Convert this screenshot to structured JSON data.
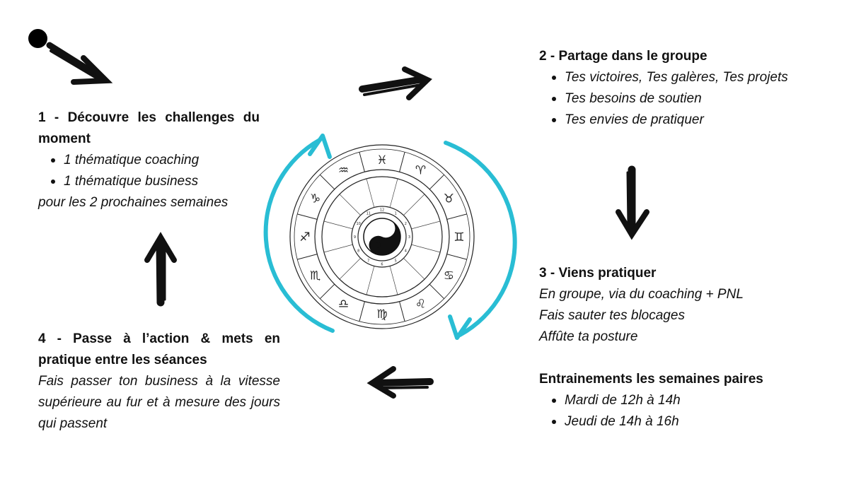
{
  "step1": {
    "title": "1 - Découvre les challenges du moment",
    "bullets": [
      "1 thématique coaching",
      "1 thématique business"
    ],
    "footer": "pour les 2 prochaines semaines"
  },
  "step2": {
    "title": "2 - Partage dans le groupe",
    "bullets": [
      "Tes victoires, Tes galères, Tes projets",
      "Tes besoins de soutien",
      "Tes envies de pratiquer"
    ]
  },
  "step3": {
    "title": "3 - Viens pratiquer",
    "lines": [
      "En groupe, via du coaching + PNL",
      "Fais sauter tes blocages",
      "Affûte ta posture"
    ],
    "training_title": "Entrainements les semaines paires",
    "training_bullets": [
      "Mardi de 12h à 14h",
      "Jeudi de 14h à 16h"
    ]
  },
  "step4": {
    "title": "4 - Passe à l’action & mets en pratique entre les séances",
    "body": "Fais passer ton business à la vitesse supérieure au fur et à mesure des jours qui passent"
  },
  "wheel": {
    "zodiac_glyphs": [
      "♈",
      "♉",
      "♊",
      "♋",
      "♌",
      "♍",
      "♎",
      "♏",
      "♐",
      "♑",
      "♒",
      "♓"
    ],
    "house_numbers": [
      "1",
      "2",
      "3",
      "4",
      "5",
      "6",
      "7",
      "8",
      "9",
      "10",
      "11",
      "12"
    ],
    "center_icon": "yin-yang-icon"
  },
  "colors": {
    "cycle_arrows": "#29bdd4",
    "brush_arrows": "#111111"
  }
}
